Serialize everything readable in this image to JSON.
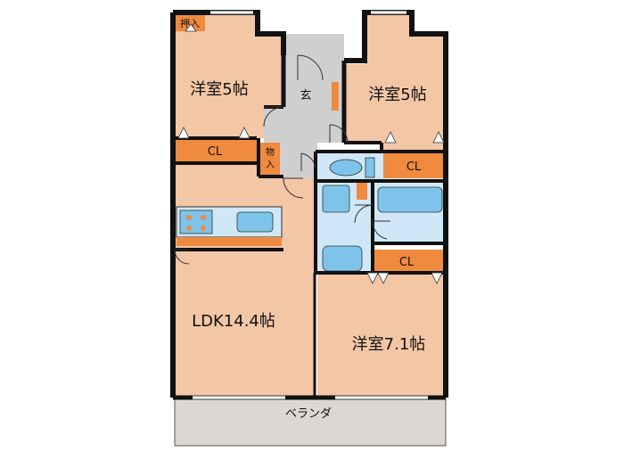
{
  "rooms": {
    "western_nw": "洋室5帖",
    "western_ne": "洋室5帖",
    "ldk": "LDK14.4帖",
    "western_se": "洋室7.1帖"
  },
  "storage": {
    "oshiire": "押入",
    "closet_1": "CL",
    "closet_2": "CL",
    "closet_3": "CL",
    "monoire": "物入"
  },
  "entrance": "玄",
  "balcony": "ベランダ",
  "colors": {
    "room_fill": "#f3c6a6",
    "closet_fill": "#f08a3e",
    "wet_fill": "#cfe7f7",
    "fixture_fill": "#7ec4ea",
    "wall": "#111111",
    "balcony_fill": "#ddd7d4",
    "floor_grey": "#cfcfcf"
  }
}
